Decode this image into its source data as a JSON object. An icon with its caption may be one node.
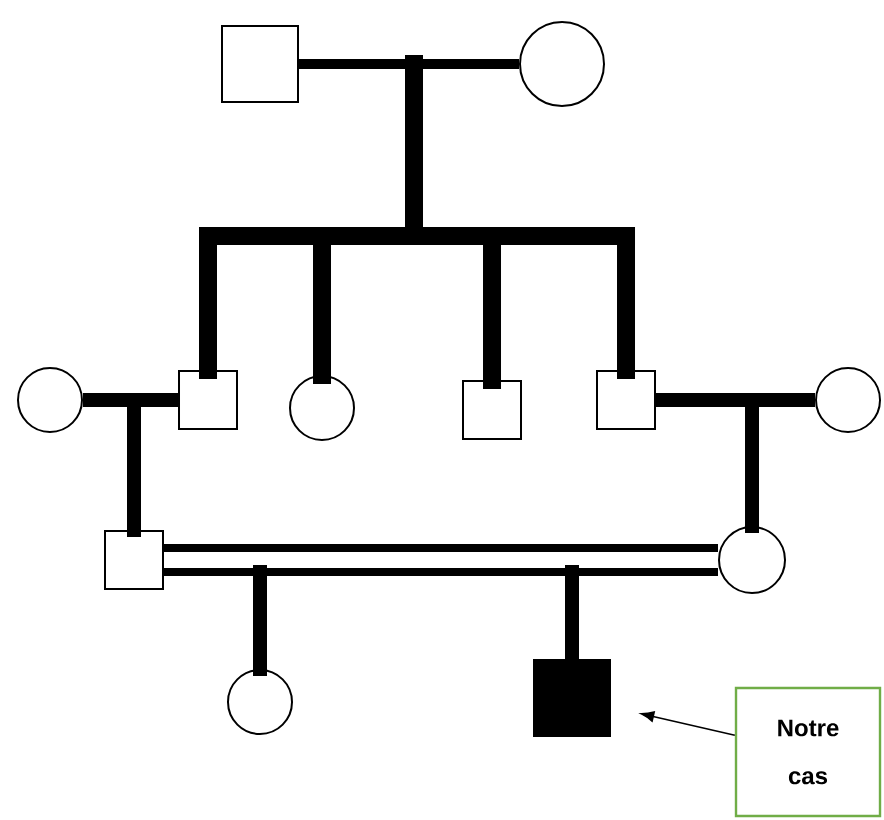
{
  "diagram": {
    "nodes": [
      {
        "text": [],
        "shape": "box"
      },
      {
        "text": [],
        "shape": "circle"
      },
      {
        "text": [],
        "shape": "circle"
      },
      {
        "text": [],
        "shape": "box"
      },
      {
        "text": [],
        "shape": "circle"
      },
      {
        "text": [],
        "shape": "box"
      },
      {
        "text": [],
        "shape": "box"
      },
      {
        "text": [],
        "shape": "circle"
      },
      {
        "text": [],
        "shape": "box"
      },
      {
        "text": [],
        "shape": "circle"
      },
      {
        "text": [],
        "shape": "circle"
      },
      {
        "text": [],
        "shape": "box"
      },
      {
        "text": [
          "Notre cas"
        ]
      }
    ],
    "edges": [
      {
        "from": 0,
        "to": 1,
        "arrow": "none"
      },
      {
        "from": 2,
        "to": 3,
        "arrow": "none"
      },
      {
        "from": 6,
        "to": 7,
        "arrow": "none"
      },
      {
        "from": 8,
        "to": 9,
        "arrow": "none"
      },
      {
        "from": 8,
        "to": 9,
        "arrow": "none"
      },
      {
        "from": 0,
        "to": 3,
        "arrow": "none"
      },
      {
        "from": 1,
        "to": 3,
        "arrow": "none"
      },
      {
        "from": 0,
        "to": 4,
        "arrow": "none"
      },
      {
        "from": 1,
        "to": 4,
        "arrow": "none"
      },
      {
        "from": 0,
        "to": 5,
        "arrow": "none"
      },
      {
        "from": 1,
        "to": 5,
        "arrow": "none"
      },
      {
        "from": 0,
        "to": 6,
        "arrow": "none"
      },
      {
        "from": 1,
        "to": 6,
        "arrow": "none"
      },
      {
        "from": 2,
        "to": 8,
        "arrow": "none"
      },
      {
        "from": 3,
        "to": 8,
        "arrow": "none"
      },
      {
        "from": 6,
        "to": 9,
        "arrow": "none"
      },
      {
        "from": 7,
        "to": 9,
        "arrow": "none"
      },
      {
        "from": 8,
        "to": 10,
        "arrow": "none"
      },
      {
        "from": 9,
        "to": 10,
        "arrow": "none"
      },
      {
        "from": 8,
        "to": 11,
        "arrow": "none"
      },
      {
        "from": 9,
        "to": 11,
        "arrow": "none"
      },
      {
        "from": 12,
        "to": 11,
        "arrow": "to"
      }
    ]
  }
}
